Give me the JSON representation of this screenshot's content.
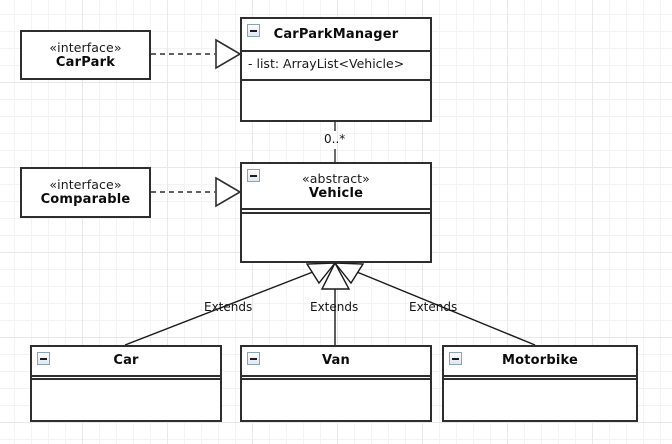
{
  "diagram": {
    "title": "UML Class Diagram",
    "background": "#ffffff",
    "grid_minor_color": "#f4f2f2",
    "grid_major_color": "#e8e8e8",
    "stroke_color": "#2e2e2e"
  },
  "nodes": {
    "carpark_interface": {
      "stereotype": "«interface»",
      "name": "CarPark"
    },
    "comparable_interface": {
      "stereotype": "«interface»",
      "name": "Comparable"
    },
    "carparkmanager": {
      "name": "CarParkManager",
      "attribute": "- list: ArrayList<Vehicle>"
    },
    "vehicle": {
      "stereotype": "«abstract»",
      "name": "Vehicle"
    },
    "car": {
      "name": "Car"
    },
    "van": {
      "name": "Van"
    },
    "motorbike": {
      "name": "Motorbike"
    }
  },
  "edges": {
    "carpark_realization": {
      "type": "realization",
      "label": ""
    },
    "comparable_realization": {
      "type": "realization",
      "label": ""
    },
    "manager_vehicle_association": {
      "type": "association",
      "multiplicity": "0..*"
    },
    "car_extends": {
      "type": "generalization",
      "label": "Extends"
    },
    "van_extends": {
      "type": "generalization",
      "label": "Extends"
    },
    "motorbike_extends": {
      "type": "generalization",
      "label": "Extends"
    }
  },
  "icons": {
    "collapse": "collapse-minus-icon"
  }
}
